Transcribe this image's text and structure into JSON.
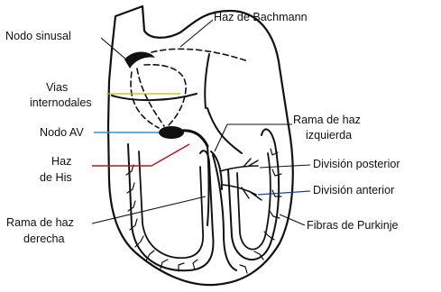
{
  "labels": {
    "bachmann": "Haz de Bachmann",
    "sinusal": "Nodo sinusal",
    "internodal_1": "Vias",
    "internodal_2": "internodales",
    "av": "Nodo AV",
    "his_1": "Haz",
    "his_2": "de His",
    "izq_1": "Rama de haz",
    "izq_2": "izquierda",
    "posterior": "División posterior",
    "anterior": "División anterior",
    "der_1": "Rama de haz",
    "der_2": "derecha",
    "purkinje": "Fibras de Purkinje"
  },
  "colors": {
    "line": "#111111",
    "pointer_sinusal": "#111111",
    "pointer_internodal": "#c9b800",
    "pointer_av": "#2a9bd0",
    "pointer_his": "#b01818",
    "pointer_izq": "#111111",
    "pointer_posterior": "#111111",
    "pointer_anterior": "#1f3fa0",
    "pointer_der": "#111111",
    "pointer_purkinje": "#111111",
    "pointer_bachmann": "#111111"
  }
}
